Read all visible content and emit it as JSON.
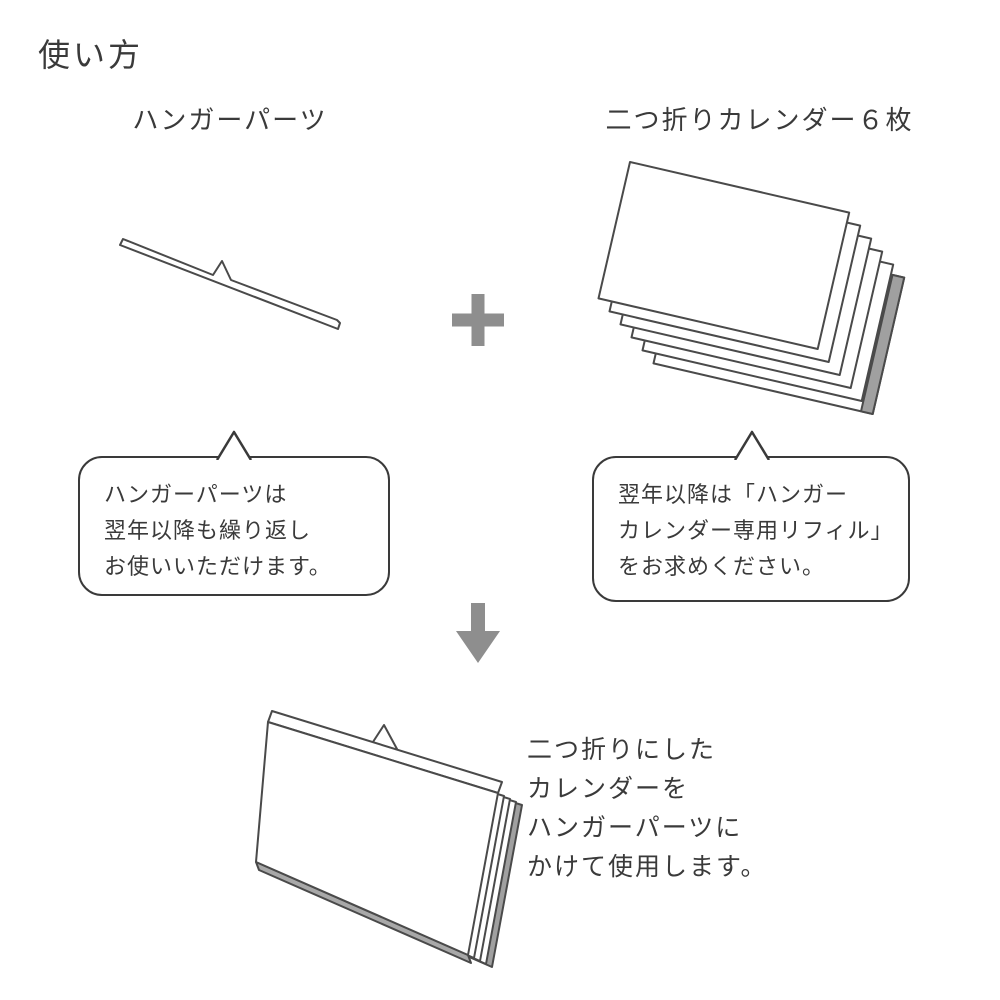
{
  "title": "使い方",
  "left_section": {
    "label": "ハンガーパーツ"
  },
  "right_section": {
    "label": "二つ折りカレンダー６枚"
  },
  "operators": {
    "plus": "+",
    "arrow_down": "↓"
  },
  "left_bubble": {
    "lines": [
      "ハンガーパーツは",
      "翌年以降も繰り返し",
      "お使いいただけます。"
    ]
  },
  "right_bubble": {
    "lines": [
      "翌年以降は「ハンガー",
      "カレンダー専用リフィル」",
      "をお求めください。"
    ]
  },
  "result_text": {
    "lines": [
      "二つ折りにした",
      "カレンダーを",
      "ハンガーパーツに",
      "かけて使用します。"
    ]
  },
  "icons": {
    "hanger_bar": "hanger-parts-illustration",
    "calendar_stack": "six-folded-calendar-sheets-illustration",
    "assembled_calendar": "assembled-tent-calendar-illustration"
  },
  "colors": {
    "text": "#3a3a3a",
    "line": "#4a4a4a",
    "accent_gray": "#8e8e8e",
    "page_edge_gray": "#a0a0a0",
    "background": "#ffffff"
  }
}
